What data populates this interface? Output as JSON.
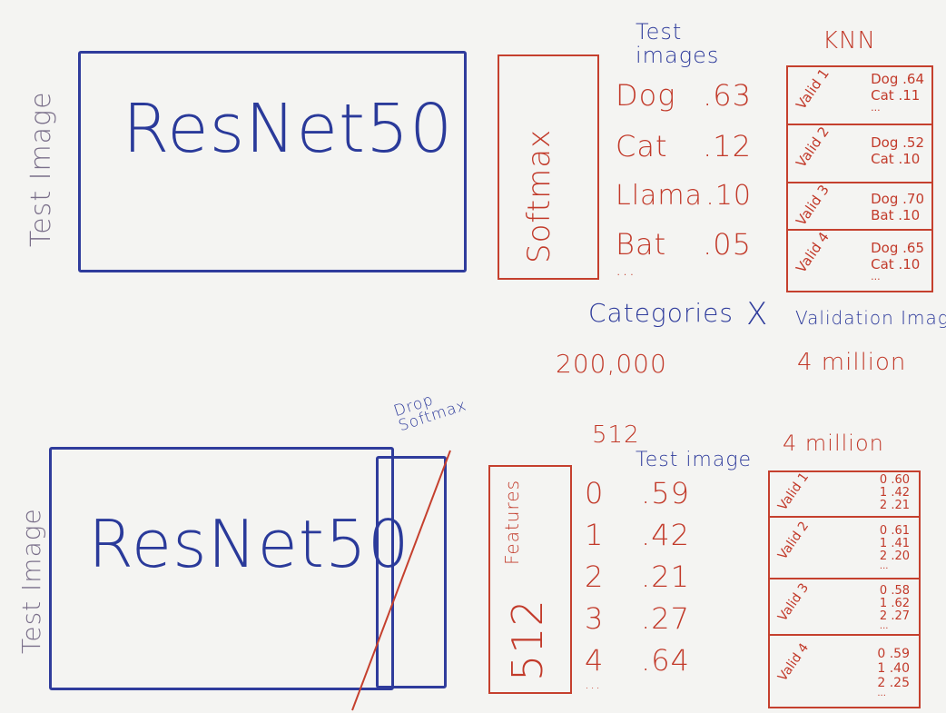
{
  "top": {
    "test_image_label": "Test Image",
    "resnet_label": "ResNet50",
    "softmax_label": "Softmax",
    "test_images_header": "Test images",
    "predictions": [
      {
        "label": "Dog",
        "value": ".63"
      },
      {
        "label": "Cat",
        "value": ".12"
      },
      {
        "label": "Llama",
        "value": ".10"
      },
      {
        "label": "Bat",
        "value": ".05"
      }
    ],
    "ellipsis": "...",
    "knn_header": "KNN",
    "knn_cells": [
      {
        "valid": "Valid 1",
        "rows": [
          "Dog .64",
          "Cat .11"
        ],
        "ellipsis": "..."
      },
      {
        "valid": "Valid 2",
        "rows": [
          "Dog .52",
          "Cat .10"
        ],
        "ellipsis": ""
      },
      {
        "valid": "Valid 3",
        "rows": [
          "Dog .70",
          "Bat .10"
        ],
        "ellipsis": ""
      },
      {
        "valid": "Valid 4",
        "rows": [
          "Dog .65",
          "Cat .10"
        ],
        "ellipsis": "..."
      }
    ],
    "categories_text": "Categories",
    "times_symbol": "X",
    "validation_text": "Validation Image",
    "count_categories": "200,000",
    "count_validation": "4 million"
  },
  "bottom": {
    "test_image_label": "Test Image",
    "resnet_label": "ResNet50",
    "drop_softmax_label": "Drop Softmax",
    "features_box_number": "512",
    "features_box_label": "Features",
    "features_count": "512",
    "test_image_header": "Test image",
    "features": [
      {
        "index": "0",
        "value": ".59"
      },
      {
        "index": "1",
        "value": ".42"
      },
      {
        "index": "2",
        "value": ".21"
      },
      {
        "index": "3",
        "value": ".27"
      },
      {
        "index": "4",
        "value": ".64"
      }
    ],
    "ellipsis": "...",
    "knn_count": "4 million",
    "knn_cells": [
      {
        "valid": "Valid 1",
        "rows": [
          "0 .60",
          "1 .42",
          "2 .21"
        ],
        "ellipsis": "..."
      },
      {
        "valid": "Valid 2",
        "rows": [
          "0 .61",
          "1 .41",
          "2 .20"
        ],
        "ellipsis": "..."
      },
      {
        "valid": "Valid 3",
        "rows": [
          "0 .58",
          "1 .62",
          "2 .27"
        ],
        "ellipsis": "..."
      },
      {
        "valid": "Valid 4",
        "rows": [
          "0 .59",
          "1 .40",
          "2 .25"
        ],
        "ellipsis": "..."
      }
    ]
  },
  "colors": {
    "blue_ink": "#2f3c9c",
    "red_ink": "#c5402e",
    "purple_ink": "#7a6f8a",
    "paper": "#f4f4f2"
  }
}
